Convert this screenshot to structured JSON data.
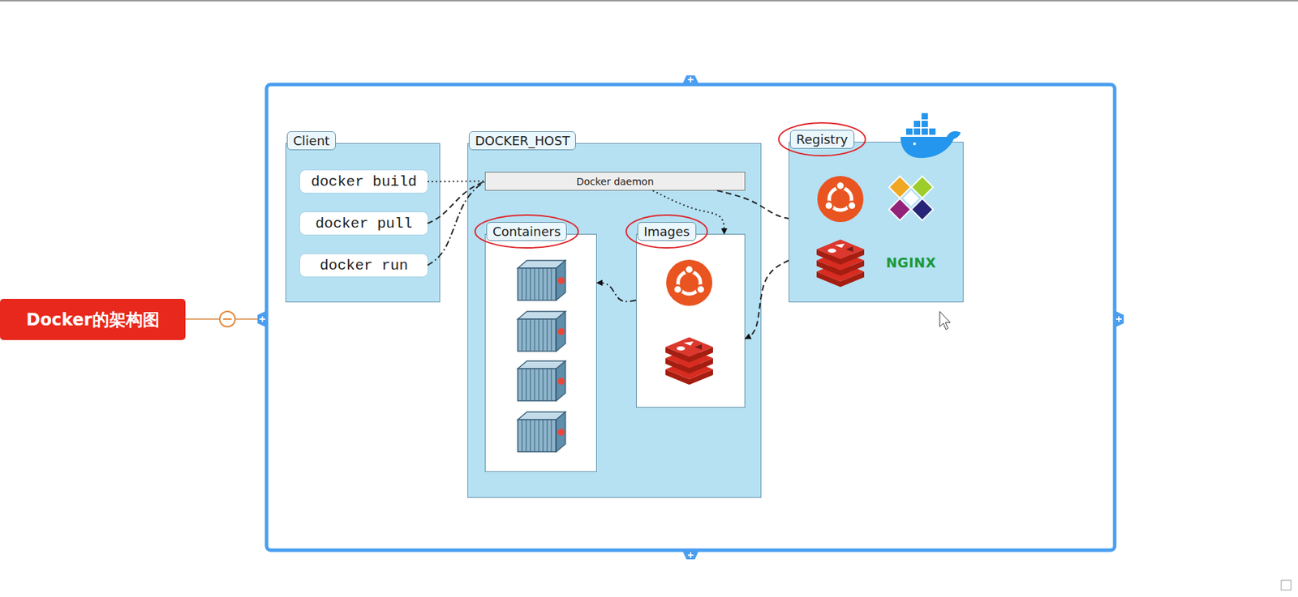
{
  "diagram": {
    "nodes": [
      {
        "text": [
          "Docker的架构图"
        ]
      },
      {
        "text": [
          "Client"
        ]
      },
      {
        "text": [
          "docker build"
        ],
        "in": 1
      },
      {
        "text": [
          "docker pull"
        ],
        "in": 1
      },
      {
        "text": [
          "docker run"
        ],
        "in": 1
      },
      {
        "text": [
          "DOCKER_HOST"
        ]
      },
      {
        "text": [
          "Docker daemon"
        ],
        "in": 5
      },
      {
        "text": [
          "Containers"
        ],
        "in": 5
      },
      {
        "text": [
          "Images"
        ],
        "in": 5
      },
      {
        "text": [
          "Registry"
        ]
      }
    ],
    "edges": [
      {
        "from": 2,
        "to": 6,
        "arrow": "none"
      },
      {
        "from": 3,
        "to": 6,
        "arrow": "none"
      },
      {
        "from": 4,
        "to": 6,
        "arrow": "none"
      },
      {
        "from": 6,
        "to": 8,
        "arrow": "to"
      },
      {
        "from": 6,
        "to": 9,
        "arrow": "none"
      },
      {
        "from": 9,
        "to": 8,
        "arrow": "to"
      },
      {
        "from": 8,
        "to": 7,
        "arrow": "to"
      }
    ],
    "labels": [
      "NGINX"
    ]
  }
}
